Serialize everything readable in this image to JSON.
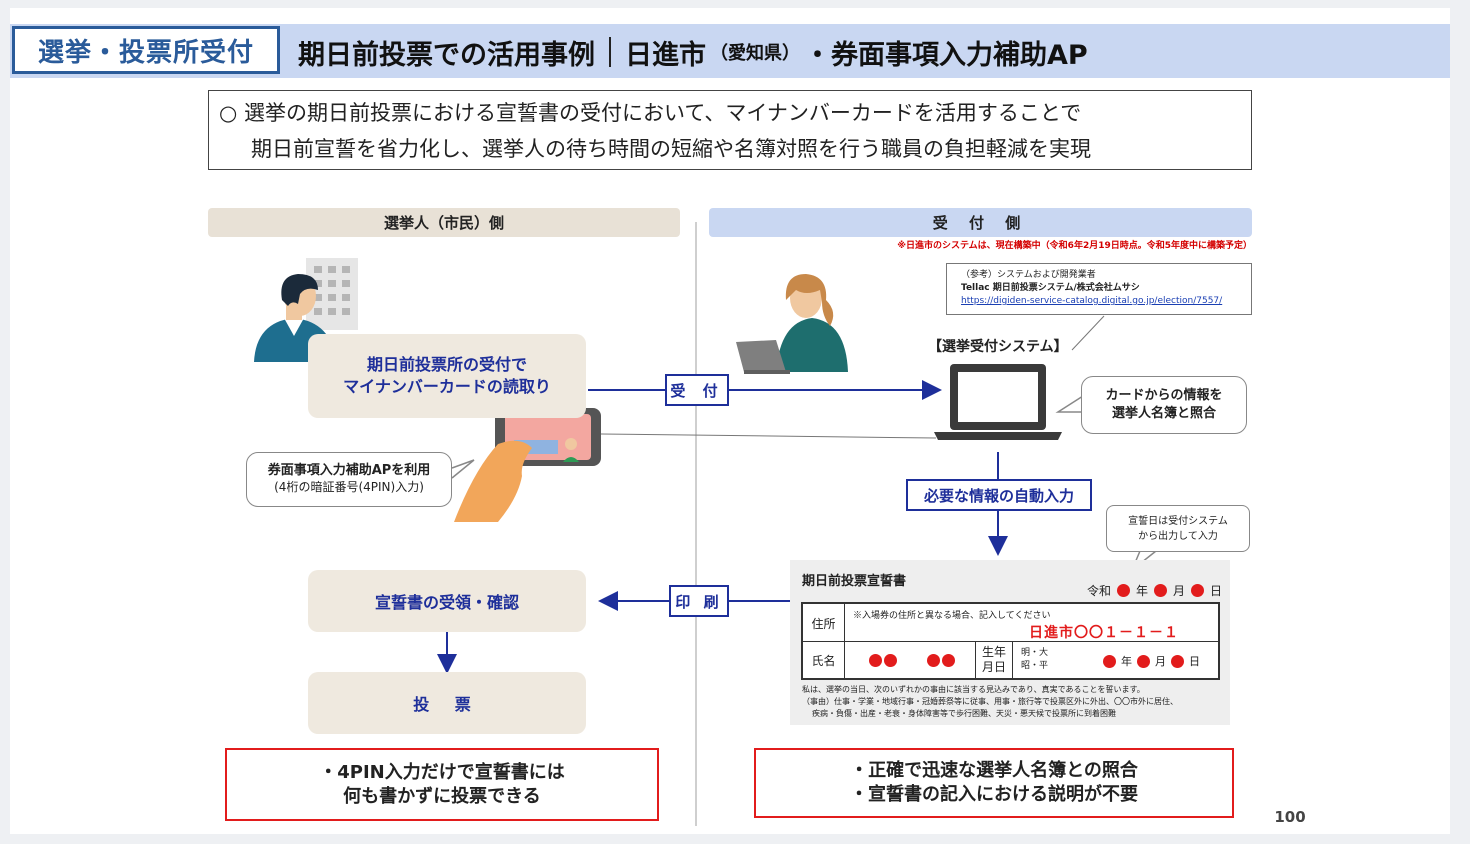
{
  "header": {
    "tag": "選挙・投票所受付",
    "title_part1": "期日前投票での活用事例",
    "title_city": "日進市",
    "title_pref": "（愛知県）",
    "title_part2": "・券面事項入力補助AP"
  },
  "intro": {
    "line1": "○ 選挙の期日前投票における宣誓書の受付において、マイナンバーカードを活用することで",
    "line2": "期日前宣誓を省力化し、選挙人の待ち時間の短縮や名簿対照を行う職員の負担軽減を実現"
  },
  "left": {
    "header": "選挙人（市民）側",
    "box_reading_line1": "期日前投票所の受付で",
    "box_reading_line2": "マイナンバーカードの読取り",
    "app_note_line1": "券面事項入力補助APを利用",
    "app_note_line2": "(4桁の暗証番号(4PIN)入力)",
    "box_confirm": "宣誓書の受領・確認",
    "box_vote": "投 票",
    "benefit_line1": "・4PIN入力だけで宣誓書には",
    "benefit_line2": "何も書かずに投票できる"
  },
  "right": {
    "header": "受 付 側",
    "system_note": "※日進市のシステムは、現在構築中（令和6年2月19日時点。令和5年度中に構築予定）",
    "ref_line1": "（参考）システムおよび開発業者",
    "ref_line2": "Tellac 期日前投票システム/株式会社ムサシ",
    "ref_link": "https://digiden-service-catalog.digital.go.jp/election/7557/",
    "system_label": "【選挙受付システム】",
    "card_note_line1": "カードからの情報を",
    "card_note_line2": "選挙人名簿と照合",
    "oath_note_line1": "宣誓日は受付システム",
    "oath_note_line2": "から出力して入力",
    "benefit_line1": "・正確で迅速な選挙人名簿との照合",
    "benefit_line2": "・宣誓書の記入における説明が不要"
  },
  "flow": {
    "reception": "受 付",
    "print": "印 刷",
    "auto_input": "必要な情報の自動入力"
  },
  "form": {
    "title": "期日前投票宣誓書",
    "era": "令和",
    "year": "年",
    "month": "月",
    "day": "日",
    "address_label": "住所",
    "address_note": "※入場券の住所と異なる場合、記入してください",
    "address_value": "日進市〇〇１－１－１",
    "name_label": "氏名",
    "birth_label_1": "生年",
    "birth_label_2": "月日",
    "birth_era_1": "明・大",
    "birth_era_2": "昭・平",
    "footer_1": "私は、選挙の当日、次のいずれかの事由に該当する見込みであり、真実であることを誓います。",
    "footer_2": "（事由）仕事・学業・地域行事・冠婚葬祭等に従事、用事・旅行等で投票区外に外出、〇〇市外に居住、",
    "footer_3": "疾病・負傷・出産・老衰・身体障害等で歩行困難、天災・悪天候で投票所に到着困難"
  },
  "page_number": "100",
  "colors": {
    "accent_blue": "#1e2f9a",
    "header_band": "#c9d7f2",
    "beige": "#efe9df",
    "red": "#e21c1c"
  }
}
